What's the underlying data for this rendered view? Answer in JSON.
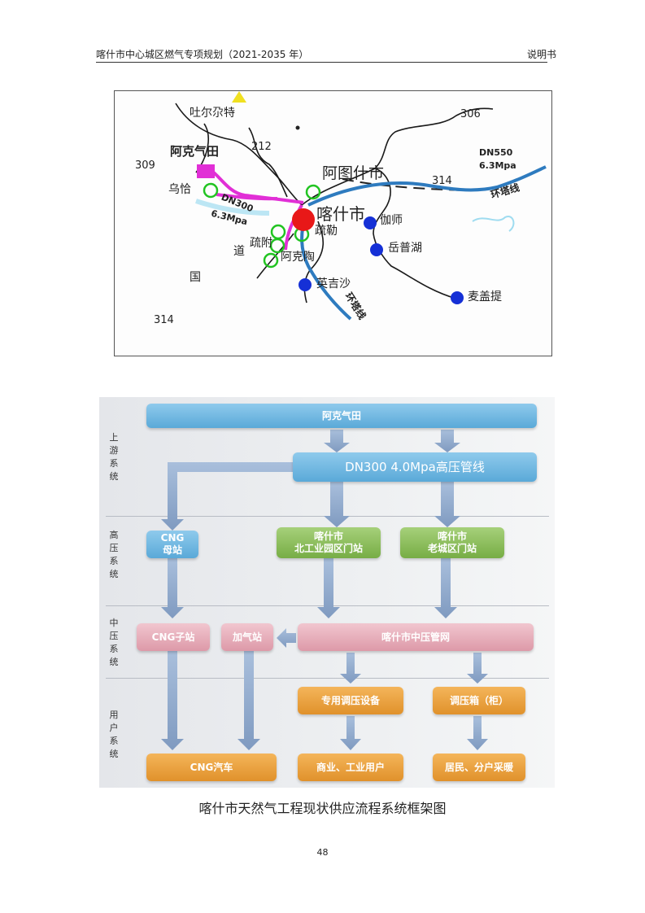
{
  "header": {
    "title": "喀什市中心城区燃气专项规划（2021-2035 年）",
    "section": "说明书"
  },
  "map": {
    "labels": {
      "tuerduote": "吐尔尕特",
      "road_309": "309",
      "road_212": "212",
      "road_306": "306",
      "road_314a": "314",
      "road_314b": "314",
      "akeqitian": "阿克气田",
      "wuqia": "乌恰",
      "atushi": "阿图什市",
      "kashi": "喀什市",
      "jiashi": "伽师",
      "yuepuhu": "岳普湖",
      "maigaiti": "麦盖提",
      "shule": "疏勒",
      "shufu": "疏附",
      "akeda": "阿克陶",
      "yingjisha": "英吉沙",
      "dao": "道",
      "guo": "国",
      "dn550": "DN550",
      "pressure550": "6.3Mpa",
      "dn300": "DN300",
      "pressure300": "6.3Mpa",
      "ring_line_east": "环塔线",
      "ring_line_south": "环塔线"
    },
    "colors": {
      "pipeline": "#2e7bbf",
      "branch": "#e12fd6",
      "city_node": "#e81818",
      "town_node": "#1530d6",
      "gate_ring": "#22c422",
      "source": "#e12fd6",
      "marker": "#f0e020"
    }
  },
  "flowchart": {
    "rows": {
      "upstream": "上游系统",
      "high": "高压系统",
      "medium": "中压系统",
      "user": "用户系统"
    },
    "source": "阿克气田",
    "trunk": "DN300  4.0Mpa高压管线",
    "cng_mother": {
      "line1": "CNG",
      "line2": "母站"
    },
    "north_gate": {
      "line1": "喀什市",
      "line2": "北工业园区门站"
    },
    "old_gate": {
      "line1": "喀什市",
      "line2": "老城区门站"
    },
    "cng_sub": "CNG子站",
    "fuel_station": "加气站",
    "mp_network": "喀什市中压管网",
    "special_reg": "专用调压设备",
    "reg_box": "调压箱（柜）",
    "cng_car": "CNG汽车",
    "commercial": "商业、工业用户",
    "residential": "居民、分户采暖"
  },
  "caption": "喀什市天然气工程现状供应流程系统框架图",
  "page_number": "48"
}
